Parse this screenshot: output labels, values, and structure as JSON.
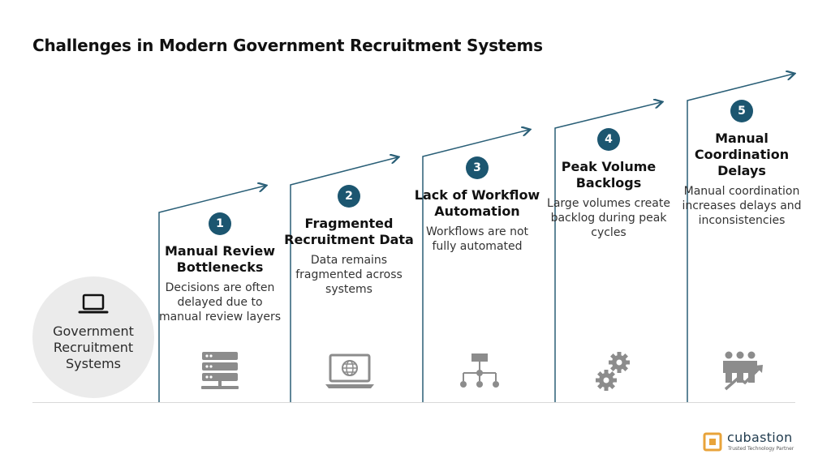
{
  "title": "Challenges in Modern Government Recruitment Systems",
  "hub": {
    "icon": "laptop-icon",
    "label": "Government Recruitment Systems"
  },
  "steps": [
    {
      "number": "1",
      "title": "Manual Review Bottlenecks",
      "description": "Decisions are often delayed due to manual review layers",
      "icon": "server-stack-icon"
    },
    {
      "number": "2",
      "title": "Fragmented Recruitment Data",
      "description": "Data remains fragmented across systems",
      "icon": "laptop-globe-icon"
    },
    {
      "number": "3",
      "title": "Lack of Workflow Automation",
      "description": "Workflows are not fully automated",
      "icon": "workflow-hierarchy-icon"
    },
    {
      "number": "4",
      "title": "Peak Volume Backlogs",
      "description": "Large volumes create backlog during peak cycles",
      "icon": "gears-icon"
    },
    {
      "number": "5",
      "title": "Manual Coordination Delays",
      "description": "Manual coordination increases delays and inconsistencies",
      "icon": "team-growth-icon"
    }
  ],
  "brand": {
    "name": "cubastion",
    "tagline": "Trusted Technology Partner",
    "icon": "cubastion-logo-icon"
  },
  "colors": {
    "accent": "#1c5670",
    "icon_gray": "#8c8c8c",
    "hub_fill": "#ebebeb",
    "brand_orange": "#e8a33a"
  }
}
